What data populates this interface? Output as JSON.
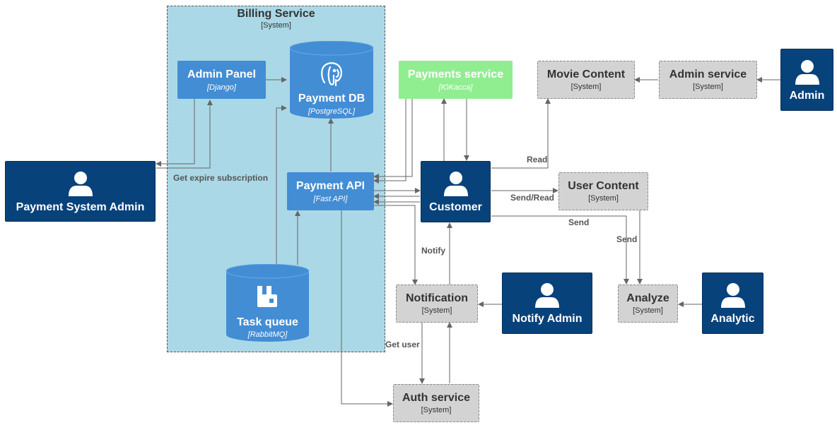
{
  "boundary": {
    "title": "Billing Service",
    "subtitle": "[System]"
  },
  "nodes": {
    "admin_panel": {
      "title": "Admin Panel",
      "tech": "[Django]"
    },
    "payment_db": {
      "title": "Payment DB",
      "tech": "[PostgreSQL]",
      "icon": "postgresql-elephant-icon"
    },
    "payment_api": {
      "title": "Payment API",
      "tech": "[Fast API]"
    },
    "task_queue": {
      "title": "Task queue",
      "tech": "[RabbitMQ]",
      "icon": "rabbitmq-icon"
    },
    "payments_service": {
      "title": "Payments service",
      "tech": "[ЮKacca]"
    },
    "movie_content": {
      "title": "Movie Content",
      "sub": "[System]"
    },
    "admin_service": {
      "title": "Admin service",
      "sub": "[System]"
    },
    "admin": {
      "title": "Admin"
    },
    "payment_system_admin": {
      "title": "Payment System Admin"
    },
    "customer": {
      "title": "Customer"
    },
    "user_content": {
      "title": "User Content",
      "sub": "[System]"
    },
    "notification": {
      "title": "Notification",
      "sub": "[System]"
    },
    "notify_admin": {
      "title": "Notify Admin"
    },
    "analyze": {
      "title": "Analyze",
      "sub": "[System]"
    },
    "analytic": {
      "title": "Analytic"
    },
    "auth_service": {
      "title": "Auth service",
      "sub": "[System]"
    }
  },
  "edge_labels": {
    "get_expire": "Get expire subscription",
    "read": "Read",
    "send_read": "Send/Read",
    "send1": "Send",
    "send2": "Send",
    "notify": "Notify",
    "get_user": "Get user"
  },
  "colors": {
    "person": "#08427b",
    "component": "#438dd5",
    "external": "#d3d3d3",
    "payments": "#90ee90",
    "boundary": "#abd8e6",
    "edge": "#666666"
  }
}
